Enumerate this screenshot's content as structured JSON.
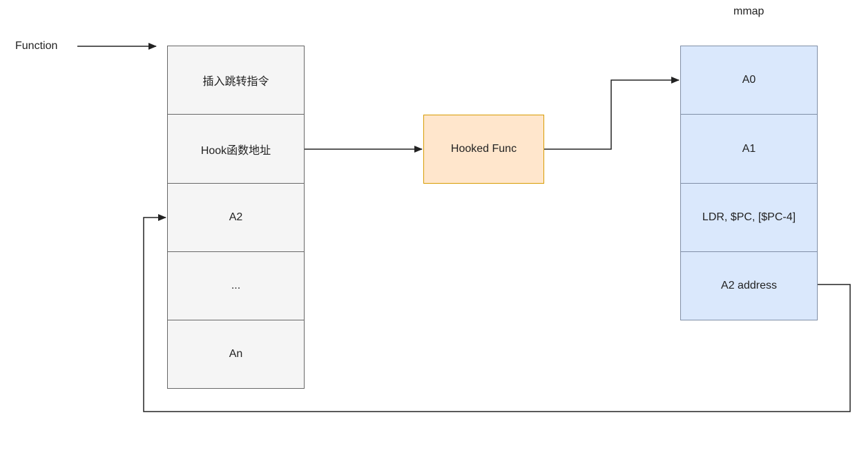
{
  "labels": {
    "function": "Function",
    "mmap": "mmap"
  },
  "function_stack": [
    "插入跳转指令",
    "Hook函数地址",
    "A2",
    "...",
    "An"
  ],
  "hooked_func": "Hooked Func",
  "mmap_stack": [
    "A0",
    "A1",
    "LDR, $PC, [$PC-4]",
    "A2 address"
  ]
}
